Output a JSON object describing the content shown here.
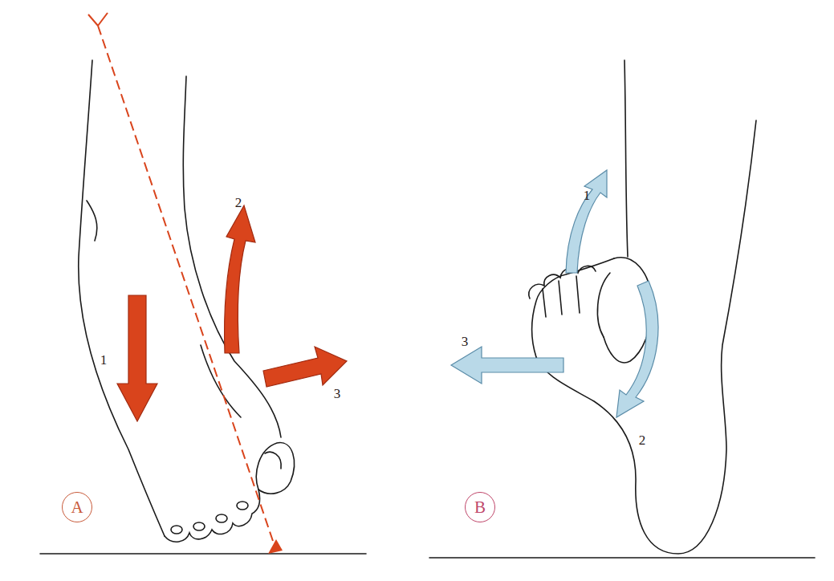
{
  "diagram": {
    "nodes": [
      {
        "text": [
          "A"
        ]
      },
      {
        "text": [
          "B"
        ]
      }
    ],
    "labels": [
      "1",
      "2",
      "3",
      "1",
      "2",
      "3"
    ]
  }
}
